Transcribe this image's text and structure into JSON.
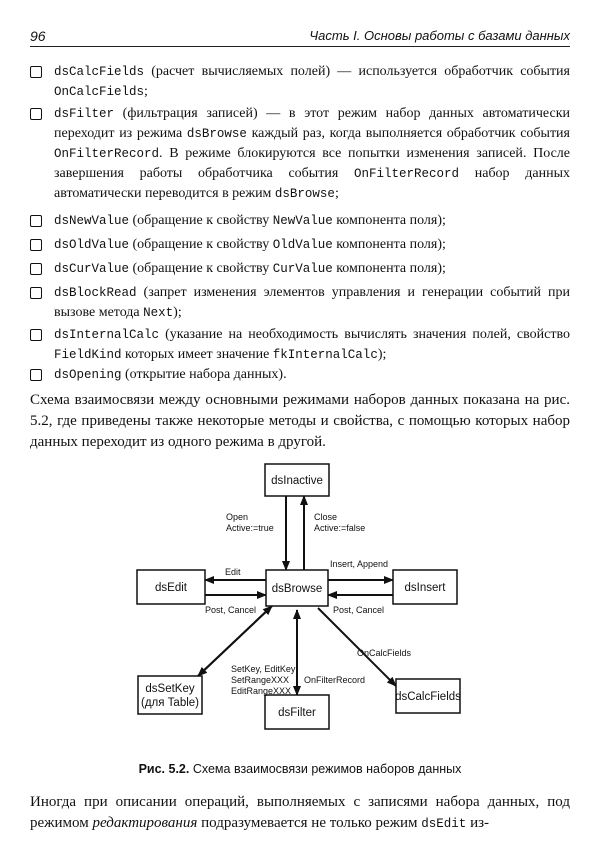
{
  "header": {
    "page_number": "96",
    "title": "Часть I. Основы работы с базами данных"
  },
  "items": [
    {
      "code": "dsCalcFields",
      "t1": " (расчет вычисляемых полей) — используется обработчик события ",
      "code2": "OnCalcFields",
      "t2": ";"
    },
    {
      "code": "dsFilter",
      "t1": " (фильтрация записей) — в этот режим набор данных автоматически переходит из режима ",
      "code2": "dsBrowse",
      "t2": " каждый раз, когда выполняется обработчик события ",
      "code3": "OnFilterRecord",
      "t3": ". В режиме блокируются все попытки изменения записей. После завершения работы обработчика события ",
      "code4": "OnFilterRecord",
      "t4": " набор данных автоматически переводится в режим ",
      "code5": "dsBrowse",
      "t5": ";"
    },
    {
      "code": "dsNewValue",
      "t1": " (обращение к свойству ",
      "code2": "NewValue",
      "t2": " компонента поля);"
    },
    {
      "code": "dsOldValue",
      "t1": " (обращение к свойству ",
      "code2": "OldValue",
      "t2": " компонента поля);"
    },
    {
      "code": "dsCurValue",
      "t1": " (обращение к свойству ",
      "code2": "CurValue",
      "t2": " компонента поля);"
    },
    {
      "code": "dsBlockRead",
      "t1": " (запрет изменения элементов управления и генерации событий при вызове метода ",
      "code2": "Next",
      "t2": ");"
    },
    {
      "code": "dsInternalCalc",
      "t1": " (указание на необходимость вычислять значения полей, свойство ",
      "code2": "FieldKind",
      "t2": " которых имеет значение ",
      "code3": "fkInternalCalc",
      "t3": ");"
    },
    {
      "code": "dsOpening",
      "t1": " (открытие набора данных)."
    }
  ],
  "para1": "Схема взаимосвязи между основными режимами наборов данных показана на рис. 5.2, где приведены также некоторые методы и свойства, с помощью которых набор данных переходит из одного режима в другой.",
  "diagram": {
    "nodes": {
      "inactive": "dsInactive",
      "browse": "dsBrowse",
      "edit": "dsEdit",
      "insert": "dsInsert",
      "setkey1": "dsSetKey",
      "setkey2": "(для Table)",
      "filter": "dsFilter",
      "calc": "dsCalcFields"
    },
    "labels": {
      "open1": "Open",
      "open2": "Active:=true",
      "close1": "Close",
      "close2": "Active:=false",
      "insert_append": "Insert, Append",
      "edit": "Edit",
      "post_cancel_left": "Post, Cancel",
      "post_cancel_right": "Post, Cancel",
      "oncalc": "OnCalcFields",
      "onfilter": "OnFilterRecord",
      "setkey_l1": "SetKey, EditKey",
      "setkey_l2": "SetRangeXXX",
      "setkey_l3": "EditRangeXXX"
    }
  },
  "caption": {
    "num": "Рис. 5.2.",
    "text": " Схема взаимосвязи режимов наборов данных"
  },
  "para2_a": "Иногда при описании операций, выполняемых с записями набора данных, под режимом ",
  "para2_em": "редактирования",
  "para2_b": " подразумевается не только режим ",
  "para2_code": "dsEdit",
  "para2_c": " из-"
}
